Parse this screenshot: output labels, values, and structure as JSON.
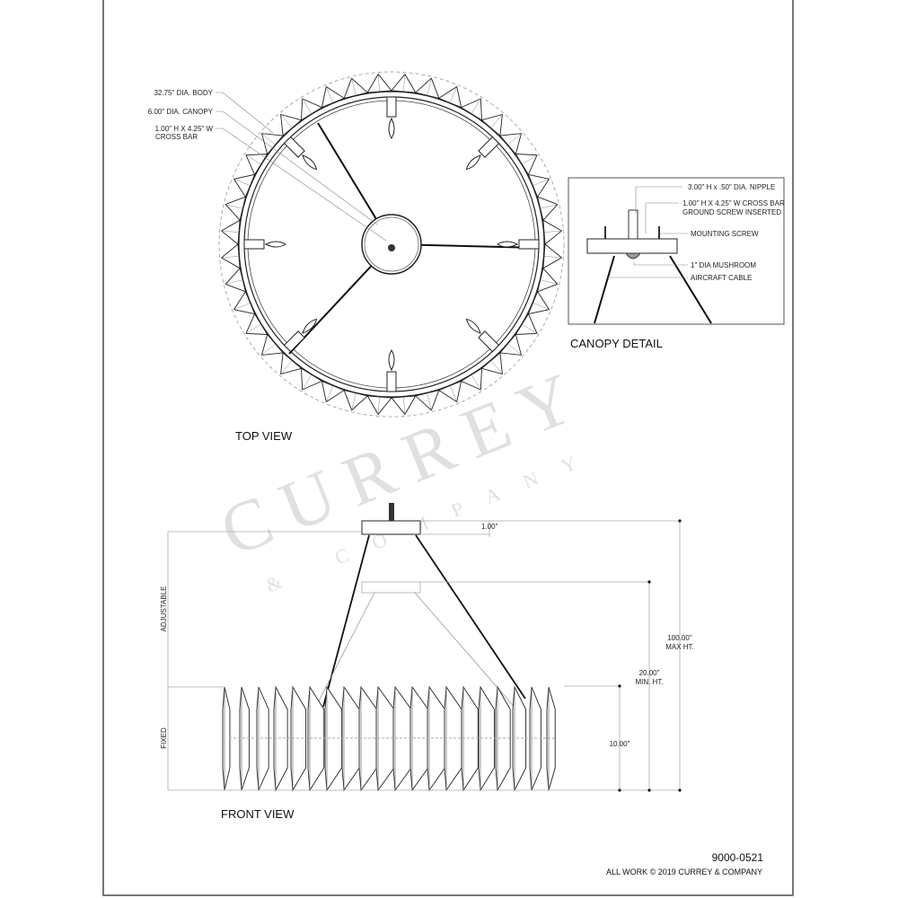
{
  "top_view": {
    "title": "TOP VIEW",
    "callouts": [
      "32.75\" DIA. BODY",
      "6.00\" DIA. CANOPY",
      "1.00\" H X 4.25\" W",
      "CROSS BAR"
    ]
  },
  "canopy_detail": {
    "title": "CANOPY DETAIL",
    "callouts": [
      "3.00\" H x .50\" DIA. NIPPLE",
      "1.00\" H X 4.25\" W CROSS BAR",
      "GROUND SCREW INSERTED",
      "MOUNTING SCREW",
      "1\" DIA MUSHROOM",
      "AIRCRAFT CABLE"
    ]
  },
  "front_view": {
    "title": "FRONT VIEW",
    "dims": {
      "canopy": "1.00\"",
      "max_ht": "100.00\"",
      "max_ht_label": "MAX HT.",
      "min_ht": "20.00\"",
      "min_ht_label": "MIN. HT.",
      "body": "10.00\""
    },
    "side_labels": [
      "ADJUSTABLE",
      "FIXED"
    ]
  },
  "footer": {
    "part_number": "9000-0521",
    "copyright": "ALL WORK © 2019 CURREY & COMPANY"
  },
  "watermark": {
    "brand": "CURREY",
    "sub": "& COMPANY"
  }
}
